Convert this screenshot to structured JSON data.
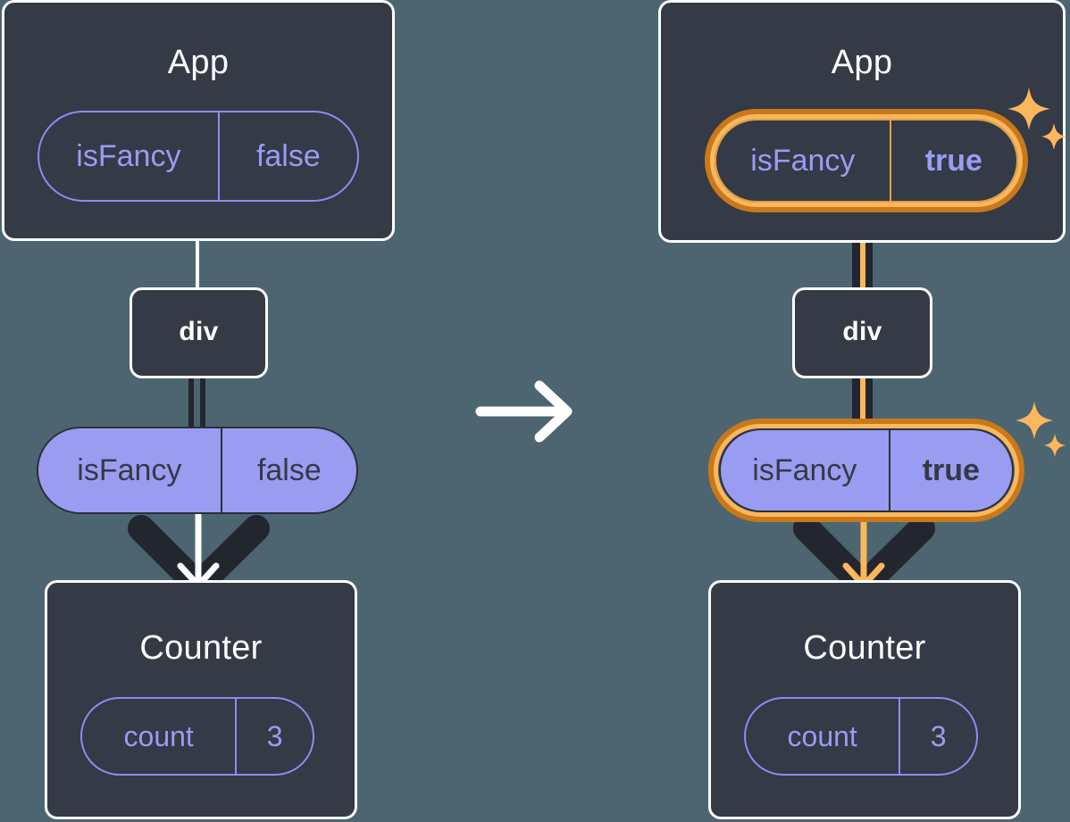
{
  "meta": {
    "background_color": "#4c6570",
    "box_color": "#343a46",
    "purple": "#9a9cf2",
    "orange_dark": "#c9791a",
    "orange_light": "#fcb75c",
    "line_dark": "#22262f",
    "white": "#ffffff"
  },
  "transition": {
    "icon": "arrow-right-icon",
    "color": "#ffffff"
  },
  "before": {
    "app": {
      "title": "App",
      "state": {
        "name": "isFancy",
        "value": "false",
        "style": "outline",
        "highlighted": false
      }
    },
    "div": {
      "title": "div"
    },
    "prop": {
      "name": "isFancy",
      "value": "false",
      "style": "solid",
      "highlighted": false
    },
    "counter": {
      "title": "Counter",
      "state": {
        "name": "count",
        "value": "3",
        "style": "outline",
        "highlighted": false
      }
    },
    "arrow_color": "#ffffff",
    "sparkles": false
  },
  "after": {
    "app": {
      "title": "App",
      "state": {
        "name": "isFancy",
        "value": "true",
        "style": "outline",
        "highlighted": true
      }
    },
    "div": {
      "title": "div"
    },
    "prop": {
      "name": "isFancy",
      "value": "true",
      "style": "solid",
      "highlighted": true
    },
    "counter": {
      "title": "Counter",
      "state": {
        "name": "count",
        "value": "3",
        "style": "outline",
        "highlighted": false
      }
    },
    "arrow_color": "#fcb75c",
    "sparkles": true,
    "sparkle_icons": [
      "sparkle-large-icon",
      "sparkle-small-icon"
    ]
  }
}
